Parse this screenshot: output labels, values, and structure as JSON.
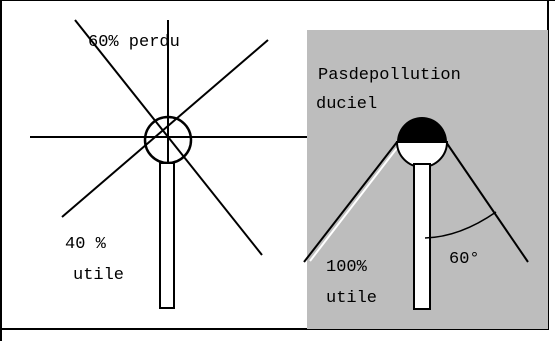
{
  "left_lamp": {
    "loss_label": "60% perdu",
    "useful_value": "40 %",
    "useful_word": "utile"
  },
  "right_lamp": {
    "caption_line1": "Pasdepollution",
    "caption_line2": "duciel",
    "useful_value": "100%",
    "useful_word": "utile",
    "angle_label": "60°"
  },
  "colors": {
    "line": "#000000",
    "shaded_area": "#bdbdbd",
    "background": "#ffffff"
  }
}
